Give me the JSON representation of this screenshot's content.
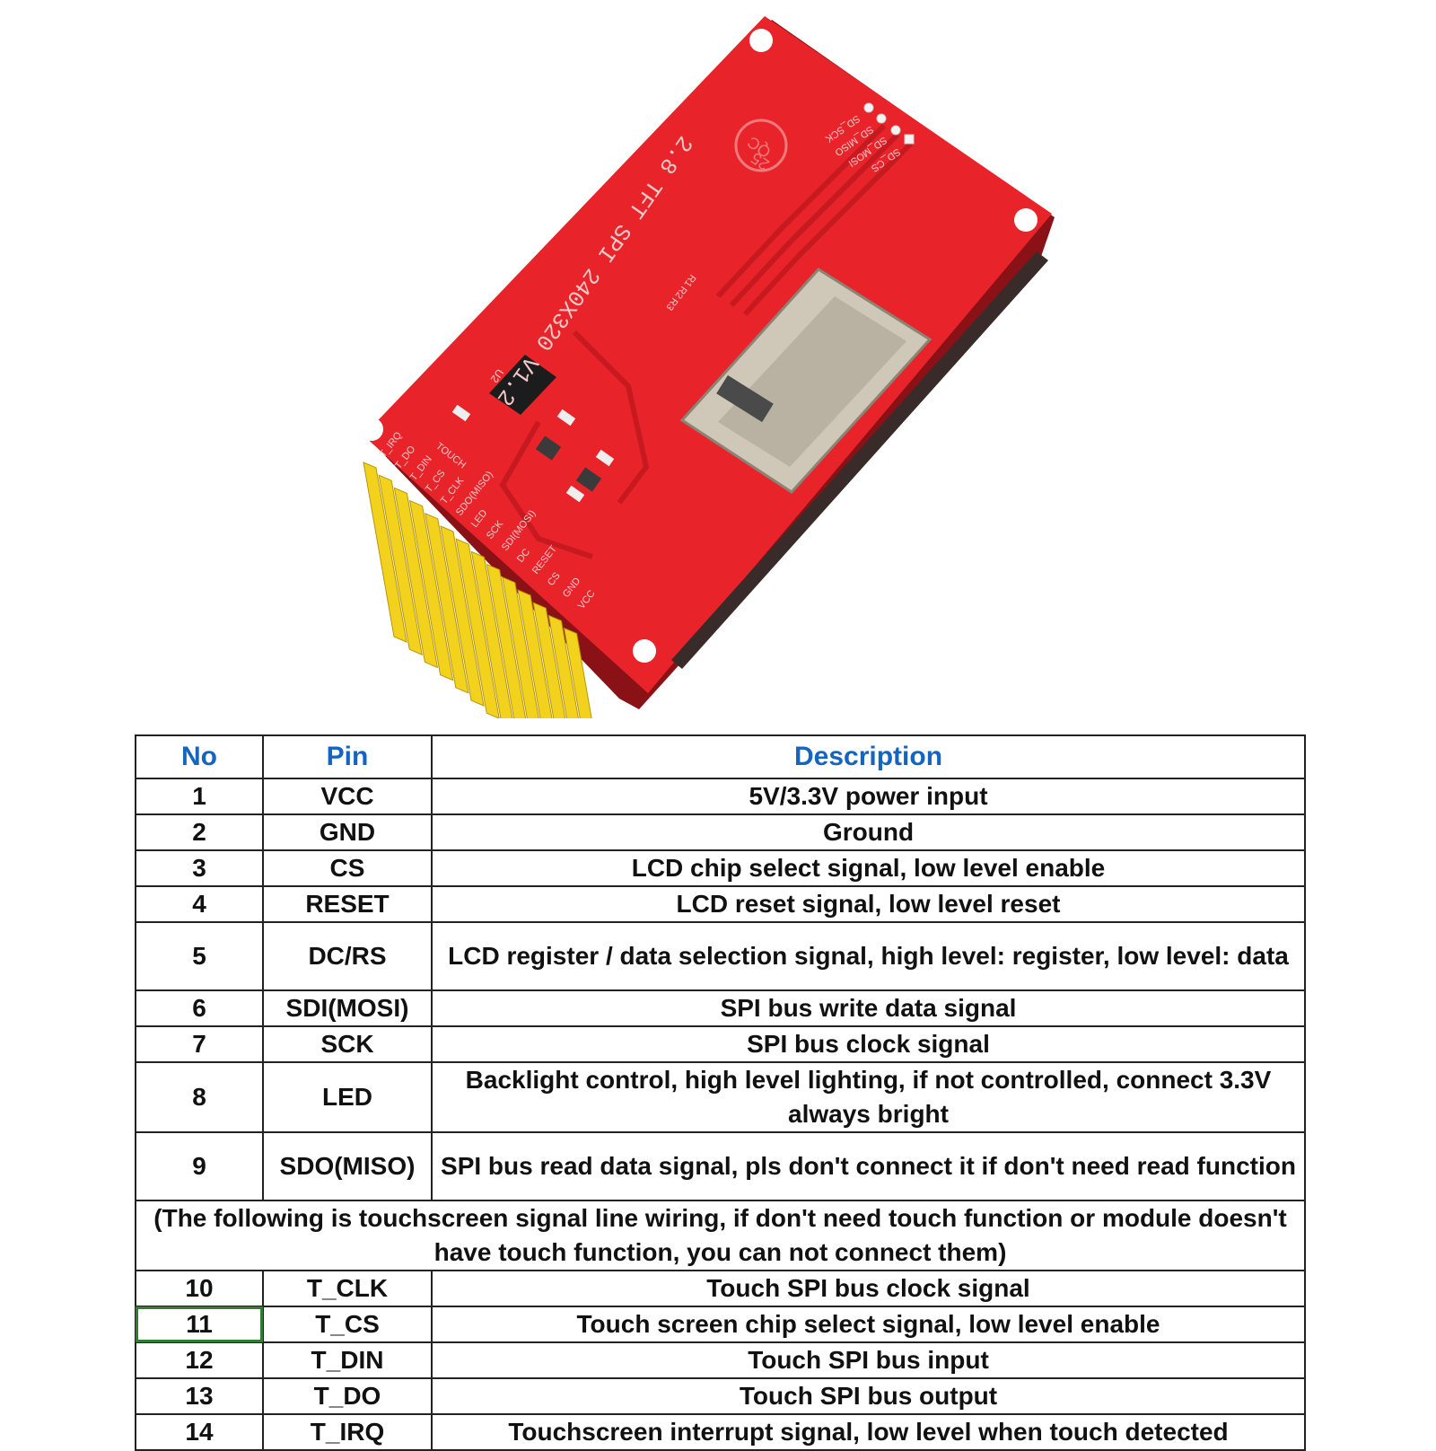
{
  "board": {
    "silkscreen_title": "2.8 TFT SPI 240X320 V1.2",
    "qc_label": "QC",
    "qc_number": "25",
    "chip_label": "U2",
    "sd_pins": [
      "SD_SCK",
      "SD_MISO",
      "SD_MOSI",
      "SD_CS"
    ],
    "resistor_labels": [
      "R1",
      "R2",
      "R3"
    ],
    "touch_label": "TOUCH",
    "header_pins": [
      "T_IRQ",
      "T_DO",
      "T_DIN",
      "T_CS",
      "T_CLK",
      "SDO(MISO)",
      "LED",
      "SCK",
      "SDI(MOSI)",
      "DC",
      "RESET",
      "CS",
      "GND",
      "VCC"
    ],
    "colors": {
      "pcb": "#e8242a",
      "pin_header": "#f2d21c",
      "sd_slot": "#c9c2b3"
    }
  },
  "table": {
    "headers": {
      "no": "No",
      "pin": "Pin",
      "description": "Description"
    },
    "rows_top": [
      {
        "no": "1",
        "pin": "VCC",
        "description": "5V/3.3V power input"
      },
      {
        "no": "2",
        "pin": "GND",
        "description": "Ground"
      },
      {
        "no": "3",
        "pin": "CS",
        "description": "LCD chip select signal, low level enable"
      },
      {
        "no": "4",
        "pin": "RESET",
        "description": "LCD reset signal, low level reset"
      },
      {
        "no": "5",
        "pin": "DC/RS",
        "description": "LCD register / data selection signal, high level: register, low level: data"
      },
      {
        "no": "6",
        "pin": "SDI(MOSI)",
        "description": "SPI bus write data signal"
      },
      {
        "no": "7",
        "pin": "SCK",
        "description": "SPI bus clock signal"
      },
      {
        "no": "8",
        "pin": "LED",
        "description": "Backlight control, high level lighting, if not controlled, connect 3.3V always bright"
      },
      {
        "no": "9",
        "pin": "SDO(MISO)",
        "description": "SPI bus read data signal, pls don't connect it if don't need read function"
      }
    ],
    "touch_note": "(The following is touchscreen signal line wiring, if don't need touch function or module doesn't have touch function, you can not connect them)",
    "rows_bottom": [
      {
        "no": "10",
        "pin": "T_CLK",
        "description": "Touch SPI bus clock signal"
      },
      {
        "no": "11",
        "pin": "T_CS",
        "description": "Touch screen chip select signal, low level enable"
      },
      {
        "no": "12",
        "pin": "T_DIN",
        "description": "Touch SPI bus input"
      },
      {
        "no": "13",
        "pin": "T_DO",
        "description": "Touch SPI bus output"
      },
      {
        "no": "14",
        "pin": "T_IRQ",
        "description": "Touchscreen interrupt signal, low level when touch detected"
      }
    ],
    "colors": {
      "header_text": "#1565c0",
      "selection": "#2e7d32"
    }
  }
}
